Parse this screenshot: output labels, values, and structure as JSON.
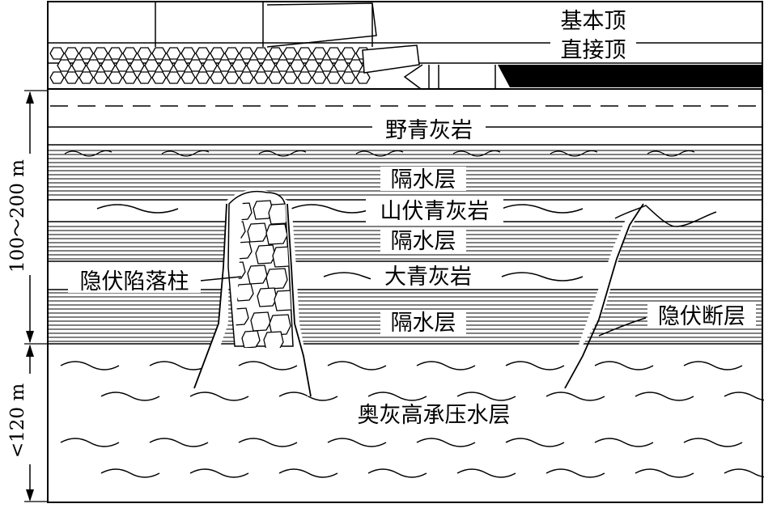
{
  "labels": {
    "main_roof": "基本顶",
    "immediate_roof": "直接顶",
    "yeqing_limestone": "野青灰岩",
    "aquiclude_1": "隔水层",
    "shanfu_limestone": "山伏青灰岩",
    "aquiclude_2": "隔水层",
    "daqing_limestone": "大青灰岩",
    "aquiclude_3": "隔水层",
    "ordovician_aquifer": "奥灰高承压水层",
    "hidden_collapse_column": "隐伏陷落柱",
    "hidden_fault": "隐伏断层"
  },
  "dimensions": {
    "upper_span": "100～200 m",
    "lower_span": "<120 m"
  }
}
